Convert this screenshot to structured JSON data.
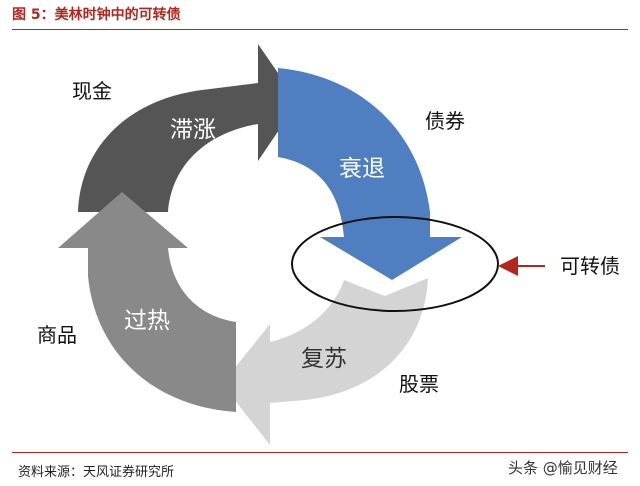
{
  "figure": {
    "title": "图 5：美林时钟中的可转债",
    "source": "资料来源：天风证券研究所",
    "watermark": "头条 @愉见财经"
  },
  "cycle": {
    "phases": [
      {
        "name": "滞涨",
        "asset": "现金",
        "color": "#555555"
      },
      {
        "name": "衰退",
        "asset": "债券",
        "color": "#4f7fc0"
      },
      {
        "name": "复苏",
        "asset": "股票",
        "color": "#d4d4d4"
      },
      {
        "name": "过热",
        "asset": "商品",
        "color": "#898989"
      }
    ],
    "callout": "可转债",
    "callout_arrow_color": "#b3261e"
  }
}
